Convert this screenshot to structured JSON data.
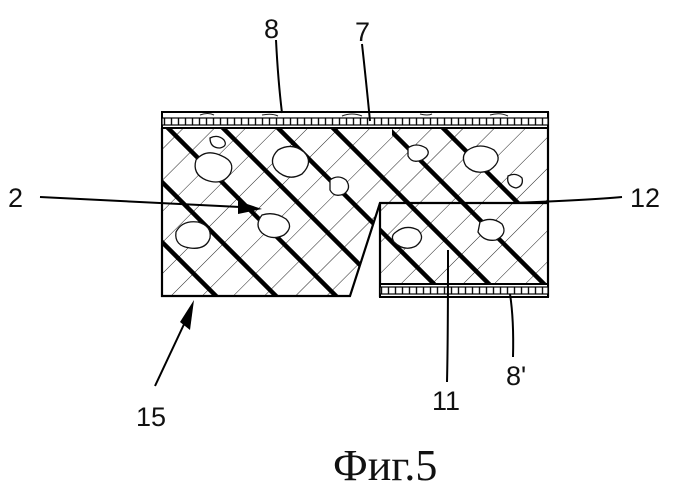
{
  "figure": {
    "caption": "Фиг.5",
    "reference_labels": {
      "label_8": "8",
      "label_7": "7",
      "label_2": "2",
      "label_12": "12",
      "label_11": "11",
      "label_8_prime": "8'",
      "label_15": "15"
    }
  }
}
